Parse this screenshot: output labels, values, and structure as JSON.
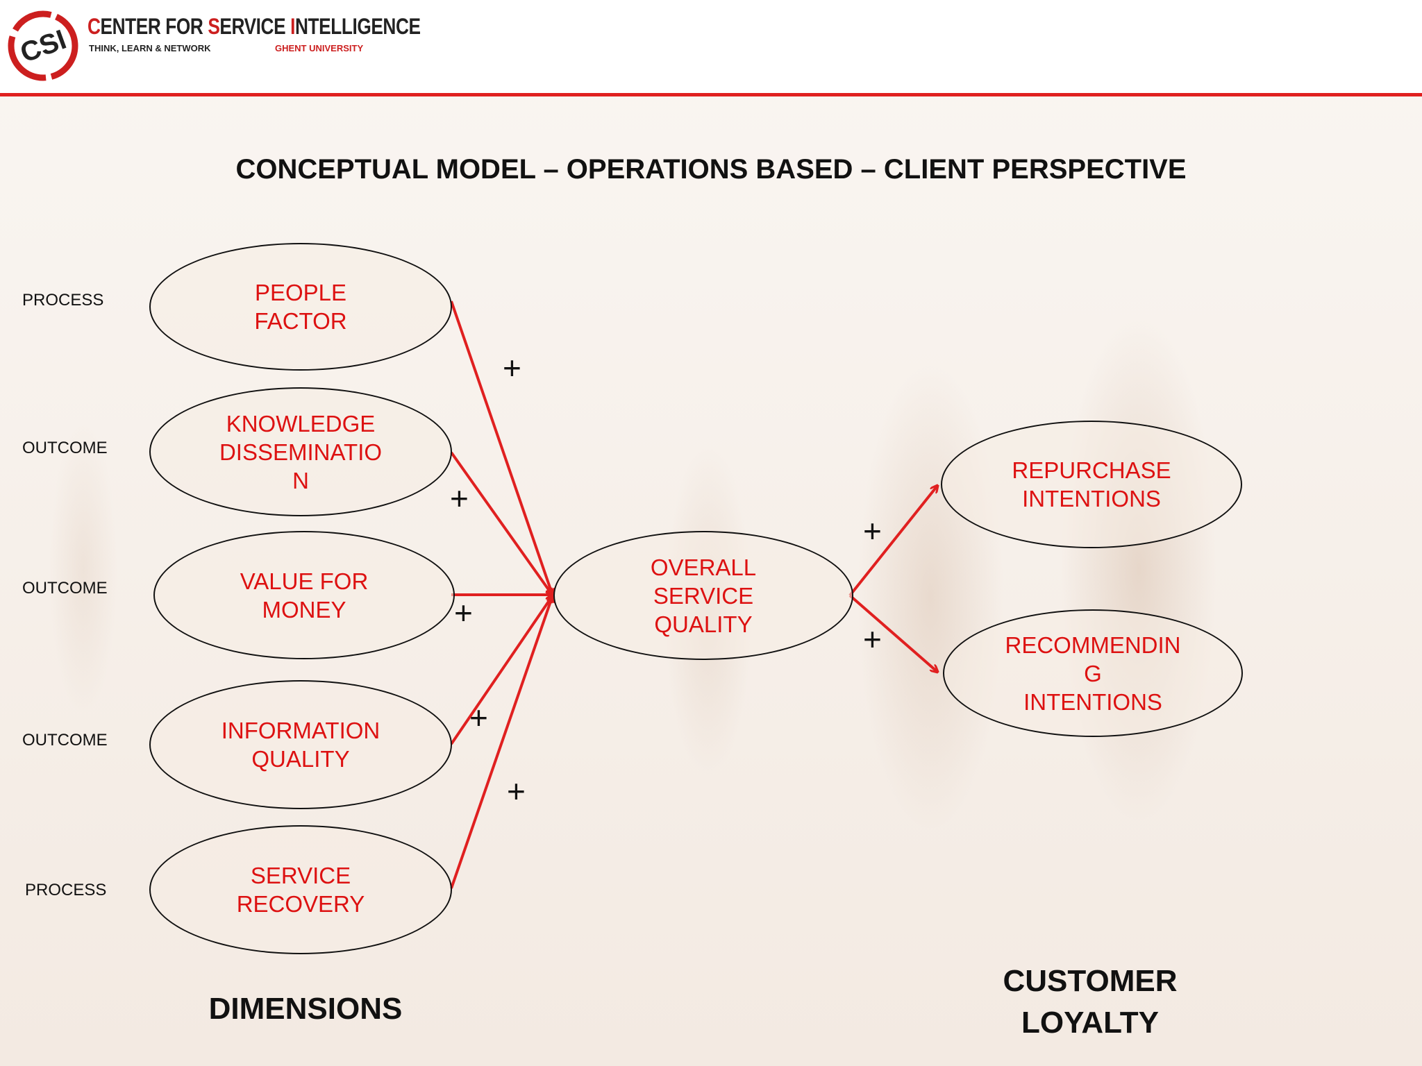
{
  "header": {
    "org_name": {
      "c": "C",
      "enter": "ENTER FOR ",
      "s": "S",
      "ervice": "ERVICE ",
      "i": "I",
      "ntelligence": "NTELLIGENCE"
    },
    "tagline": "THINK, LEARN & NETWORK",
    "university": "GHENT UNIVERSITY",
    "logo_text": "CSI"
  },
  "title": "CONCEPTUAL MODEL – OPERATIONS BASED – CLIENT PERSPECTIVE",
  "dimensions": [
    {
      "type": "PROCESS",
      "label": "PEOPLE\nFACTOR"
    },
    {
      "type": "OUTCOME",
      "label": "KNOWLEDGE\nDISSEMINATIO\nN"
    },
    {
      "type": "OUTCOME",
      "label": "VALUE FOR\nMONEY"
    },
    {
      "type": "OUTCOME",
      "label": "INFORMATION\nQUALITY"
    },
    {
      "type": "PROCESS",
      "label": "SERVICE\nRECOVERY"
    }
  ],
  "center": {
    "label": "OVERALL\nSERVICE\nQUALITY"
  },
  "outcomes": [
    {
      "label": "REPURCHASE\nINTENTIONS"
    },
    {
      "label": "RECOMMENDIN\nG\nINTENTIONS"
    }
  ],
  "plus_sign": "+",
  "captions": {
    "dimensions": "DIMENSIONS",
    "loyalty": "CUSTOMER\nLOYALTY"
  },
  "colors": {
    "accent": "#e02020",
    "text_red": "#dd1111"
  }
}
